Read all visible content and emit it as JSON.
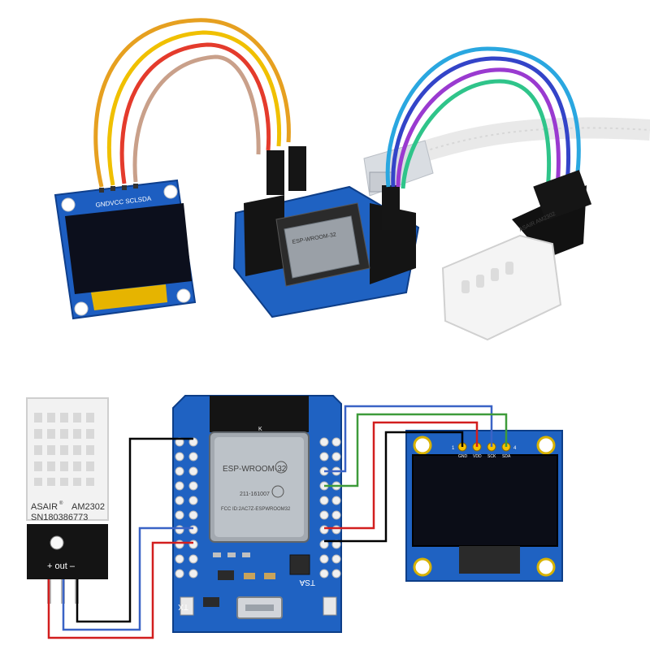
{
  "photo": {
    "oled_pin_header": "GNDVCC SCLSDA",
    "esp_module_text": "ESP-WROOM-32",
    "dht_brand": "ASAIR AM2302"
  },
  "diagram": {
    "dht": {
      "brand": "ASAIR",
      "reg": "®",
      "model": "AM2302",
      "serial": "SN180386773",
      "pin_labels": "+ out –"
    },
    "esp": {
      "module_title": "ESP-WROOM-32",
      "module_line2": "211-161007",
      "module_line3": "FCC ID:2AC7Z-ESPWROOM32",
      "k_mark": "K",
      "silk_tx": "TX",
      "silk_tsa": "TSA"
    },
    "oled": {
      "pin_numbers": [
        "1",
        "4"
      ],
      "pin_labels": [
        "GND",
        "VDD",
        "SCK",
        "SDA"
      ]
    }
  },
  "colors": {
    "board_blue": "#1f62c2",
    "pcb_blue": "#2c6fd1",
    "wire_black": "#000000",
    "wire_red": "#d21e1e",
    "wire_blue": "#3a63c6",
    "wire_green": "#3e9b3a"
  }
}
